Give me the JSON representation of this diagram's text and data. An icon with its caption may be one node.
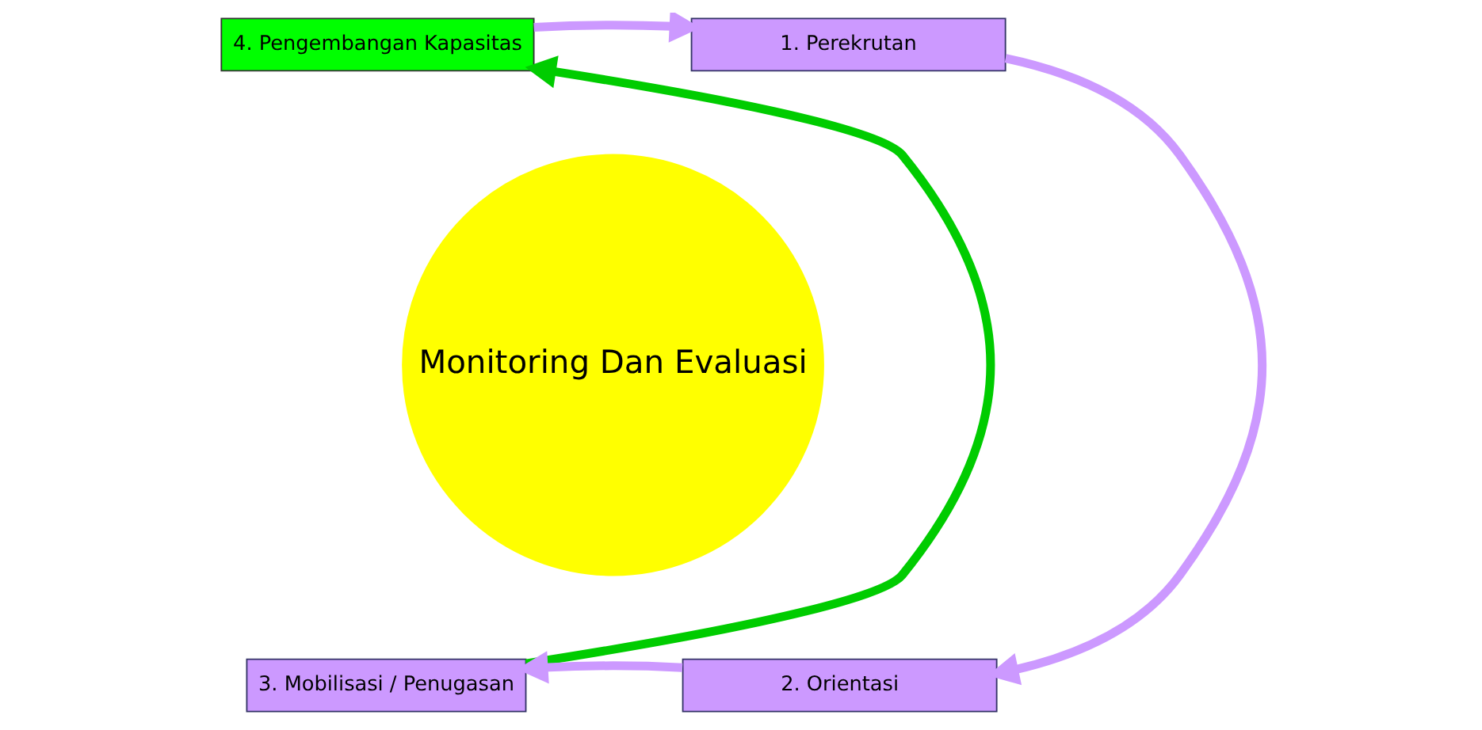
{
  "diagram": {
    "nodes": [
      {
        "text": [
          "4. Pengembangan Kapasitas"
        ]
      },
      {
        "text": [
          "1. Perekrutan"
        ]
      },
      {
        "text": [
          "Monitoring Dan Evaluasi"
        ]
      },
      {
        "text": [
          "3. Mobilisasi / Penugasan"
        ]
      },
      {
        "text": [
          "2. Orientasi"
        ]
      }
    ],
    "edges": [
      {
        "from": 0,
        "to": 1,
        "arrow": "to"
      },
      {
        "from": 1,
        "to": 4,
        "arrow": "to"
      },
      {
        "from": 4,
        "to": 3,
        "arrow": "to"
      },
      {
        "from": 3,
        "to": 0,
        "arrow": "to",
        "color": "#00cc00"
      }
    ]
  }
}
